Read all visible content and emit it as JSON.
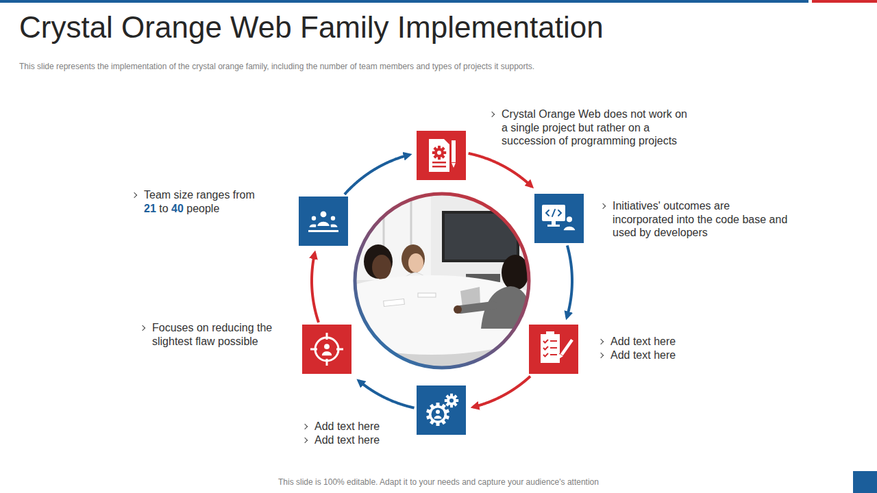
{
  "diagram": {
    "title": "Crystal Orange Web Family Implementation",
    "caption": "This slide represents the implementation of the crystal orange family, including the number of team members and types of projects it supports.",
    "nodes": [
      {
        "text": [
          "Crystal Orange Web does not work on a single project but rather on a succession of programming projects"
        ]
      },
      {
        "text": [
          "Initiatives' outcomes are incorporated into the code base and used by developers"
        ]
      },
      {
        "text": [
          "Add text here",
          "Add text here"
        ]
      },
      {
        "text": [
          "Add text here",
          "Add text here"
        ]
      },
      {
        "text": [
          "Focuses on reducing the slightest flaw possible"
        ]
      },
      {
        "text": [
          "Team size ranges from 21 to 40 people"
        ]
      }
    ],
    "edges": [
      {
        "from": 0,
        "to": 1,
        "arrow": "to"
      },
      {
        "from": 1,
        "to": 2,
        "arrow": "to"
      },
      {
        "from": 2,
        "to": 3,
        "arrow": "to"
      },
      {
        "from": 3,
        "to": 4,
        "arrow": "to"
      },
      {
        "from": 4,
        "to": 5,
        "arrow": "to"
      },
      {
        "from": 5,
        "to": 0,
        "arrow": "to"
      }
    ],
    "labels": [
      "This slide is 100% editable. Adapt it to your needs and capture your audience's attention"
    ]
  }
}
